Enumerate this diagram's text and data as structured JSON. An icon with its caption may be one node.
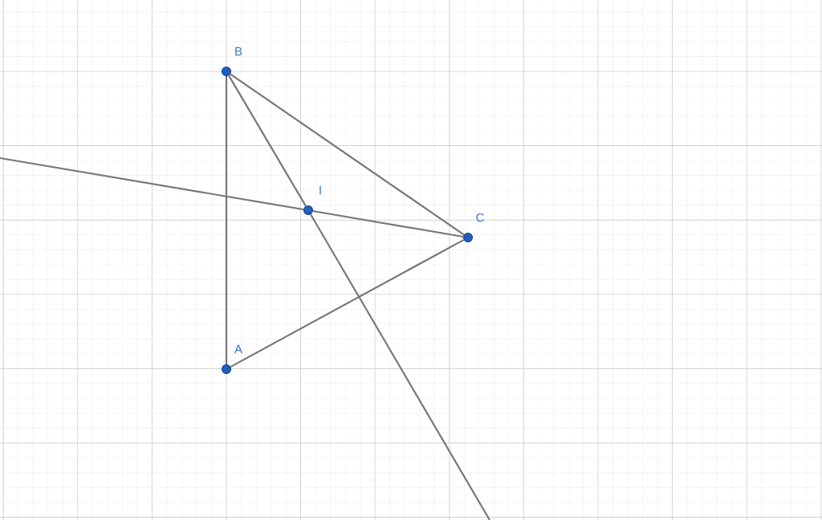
{
  "diagram": {
    "nodes": [
      {
        "text": [],
        "shape": "circle",
        "beside": [
          "B"
        ]
      },
      {
        "text": [],
        "shape": "circle",
        "beside": [
          "I"
        ]
      },
      {
        "text": [],
        "shape": "circle",
        "beside": [
          "C"
        ]
      },
      {
        "text": [],
        "shape": "circle",
        "beside": [
          "A"
        ]
      }
    ],
    "edges": [
      {
        "from": 0,
        "to": 2,
        "arrow": "none"
      },
      {
        "from": 0,
        "to": 3,
        "arrow": "none"
      },
      {
        "from": 3,
        "to": 2,
        "arrow": "none"
      },
      {
        "from": 0,
        "to": 1,
        "arrow": "none"
      },
      {
        "from": 1,
        "to": null,
        "arrow": "none"
      },
      {
        "from": 2,
        "to": 1,
        "arrow": "none"
      },
      {
        "from": 1,
        "to": null,
        "arrow": "none"
      }
    ]
  }
}
